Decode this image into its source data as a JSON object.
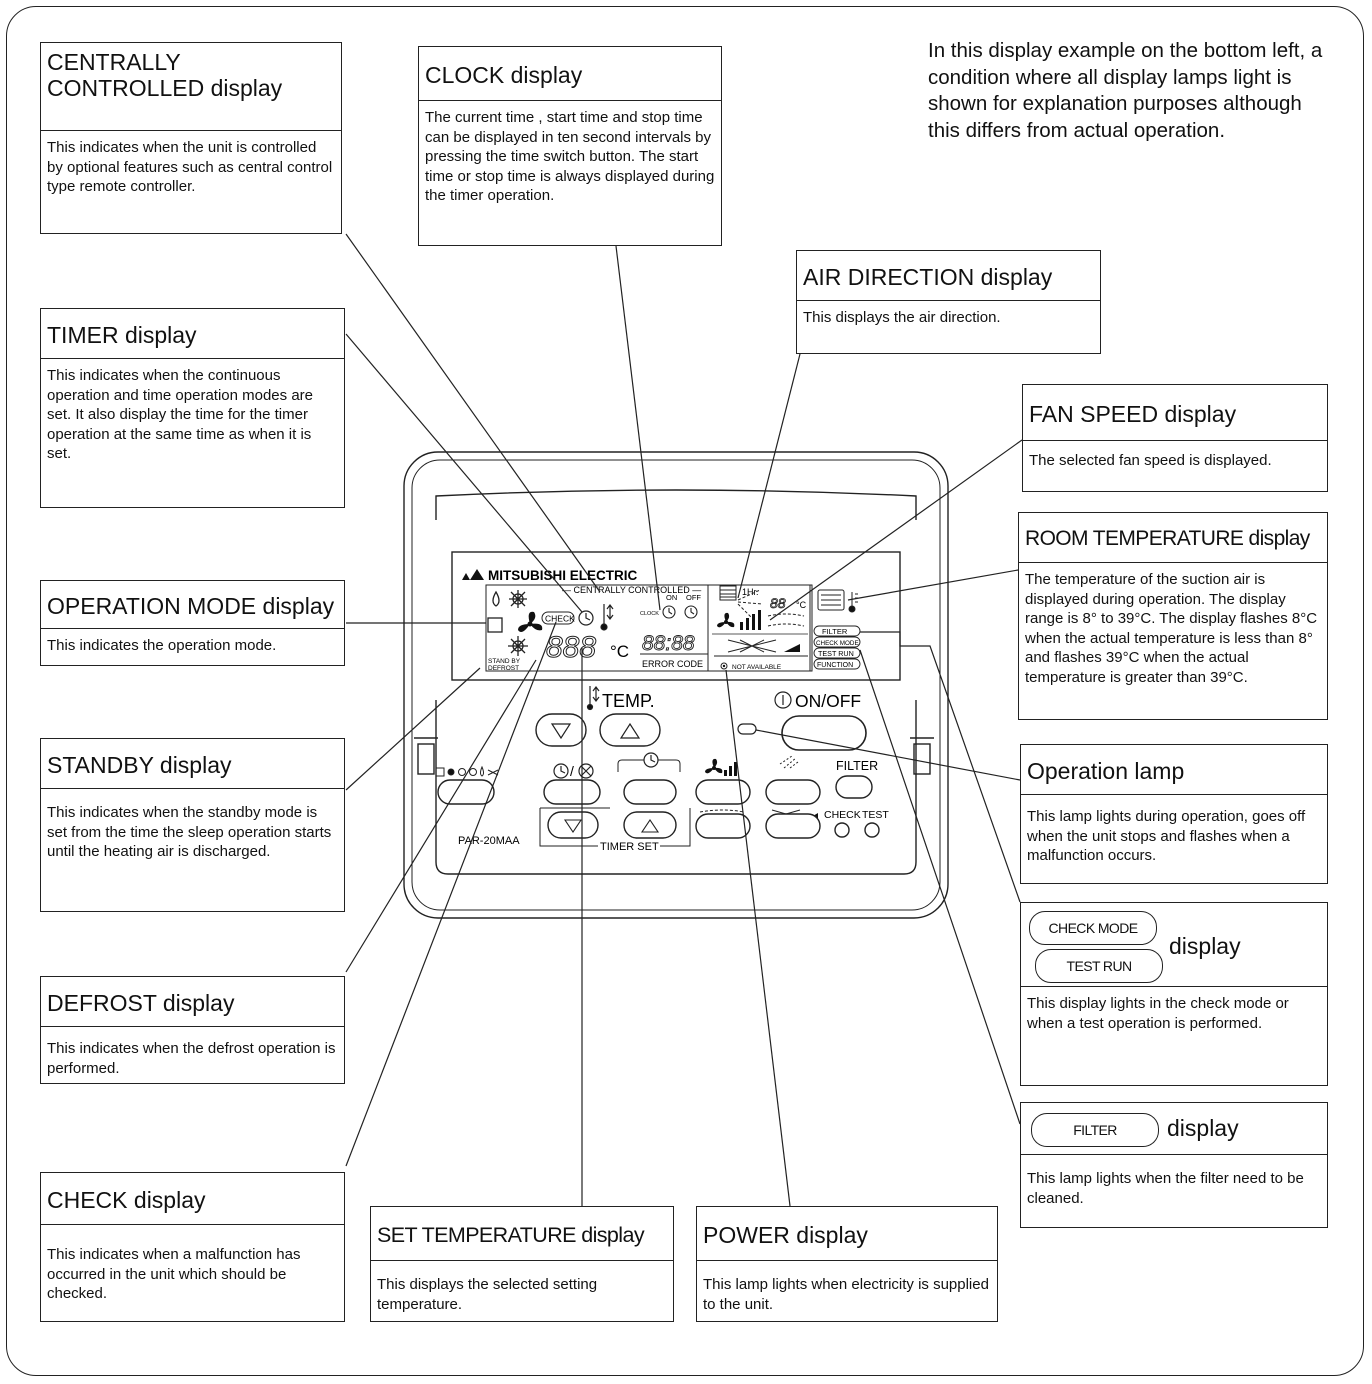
{
  "intro_text": "In this display example on the bottom left, a condition where all display lamps light is shown for explanation purposes although this differs from actual operation.",
  "callouts": {
    "centrally_controlled": {
      "title": "CENTRALLY CONTROLLED display",
      "body": "This indicates when the unit is controlled by optional features such as central control type remote controller."
    },
    "clock": {
      "title": "CLOCK display",
      "body": "The current time , start time and stop time can be displayed in ten second intervals by pressing the time switch button. The start time or stop time is always displayed during the timer operation."
    },
    "air_direction": {
      "title": "AIR DIRECTION display",
      "body": "This displays the air direction."
    },
    "timer": {
      "title": "TIMER display",
      "body": "This indicates when the continuous operation and time operation modes are set. It also display the time for the timer operation at the same time as when it is set."
    },
    "fan_speed": {
      "title": "FAN SPEED display",
      "body": "The selected fan speed is displayed."
    },
    "room_temperature": {
      "title": "ROOM TEMPERATURE display",
      "body": "The temperature of the suction air is displayed during operation. The display range is 8° to 39°C. The display flashes 8°C when the actual temperature is less than 8° and flashes 39°C when the actual temperature is greater than 39°C."
    },
    "operation_mode": {
      "title": "OPERATION MODE display",
      "body": "This indicates the operation mode."
    },
    "standby": {
      "title": "STANDBY display",
      "body": "This indicates when the standby mode is set from the time the sleep operation starts until the heating air is discharged."
    },
    "operation_lamp": {
      "title": "Operation lamp",
      "body": "This lamp lights during operation, goes off when the unit stops and flashes when a malfunction occurs."
    },
    "check_mode": {
      "pill1": "CHECK MODE",
      "pill2": "TEST RUN",
      "title": "display",
      "body": "This display lights in the check mode or when a test operation is performed."
    },
    "defrost": {
      "title": "DEFROST display",
      "body": "This indicates when the defrost operation is performed."
    },
    "filter": {
      "pill": "FILTER",
      "title": "display",
      "body": "This lamp lights when the filter need to be cleaned."
    },
    "check": {
      "title": "CHECK display",
      "body": "This indicates when a malfunction has occurred in the unit which should be checked."
    },
    "set_temperature": {
      "title": "SET TEMPERATURE display",
      "body": "This displays the selected setting temperature."
    },
    "power": {
      "title": "POWER display",
      "body": "This lamp lights when electricity is supplied to the unit."
    }
  },
  "remote": {
    "brand": "MITSUBISHI ELECTRIC",
    "model": "PAR-20MAA",
    "centrally_controlled": "— CENTRALLY CONTROLLED —",
    "check": "CHECK",
    "clock": "CLOCK",
    "on": "ON",
    "off": "OFF",
    "temp_digits": "888",
    "celsius": "°C",
    "clock_digits": "88:88",
    "error_code": "ERROR CODE",
    "one_hr": "1Hr.",
    "room_digits": "88",
    "room_unit": "°C",
    "not_available": "NOT AVAILABLE",
    "standby": "STAND BY",
    "defrost": "DEFROST",
    "filter_tag": "FILTER",
    "check_mode_tag": "CHECK MODE",
    "test_run_tag": "TEST RUN",
    "function_tag": "FUNCTION",
    "temp_label": "TEMP.",
    "on_off_label": "ON/OFF",
    "filter_label": "FILTER",
    "check_label": "CHECK",
    "test_label": "TEST",
    "timer_set_label": "TIMER SET"
  }
}
